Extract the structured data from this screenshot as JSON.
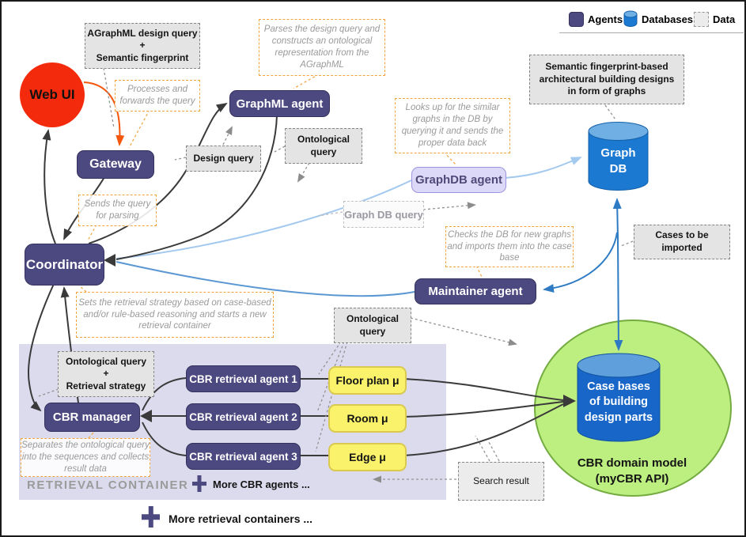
{
  "legend": {
    "agents": "Agents",
    "databases": "Databases",
    "data": "Data"
  },
  "nodes": {
    "web_ui": "Web UI",
    "gateway": "Gateway",
    "graphml_agent": "GraphML agent",
    "coordinator": "Coordinator",
    "graphdb_agent": "GraphDB agent",
    "graph_db": "Graph\nDB",
    "maintainer_agent": "Maintainer agent",
    "cbr_manager": "CBR manager",
    "cbr_retrieval_agent_1": "CBR retrieval agent 1",
    "cbr_retrieval_agent_2": "CBR retrieval agent 2",
    "cbr_retrieval_agent_3": "CBR retrieval agent 3",
    "floor_plan": "Floor plan μ",
    "room": "Room μ",
    "edge": "Edge μ",
    "case_bases": "Case bases\nof building\ndesign parts",
    "cbr_domain_model": "CBR domain model\n(myCBR API)"
  },
  "data_boxes": {
    "agraphml": "AGraphML design query\n+\nSemantic fingerprint",
    "design_query": "Design query",
    "ontological_query": "Ontological query",
    "semantic_fingerprint": "Semantic fingerprint-based architectural building designs in form of graphs",
    "graph_db_query": "Graph DB query",
    "cases_to_be_imported": "Cases to be imported",
    "ontological_query_retrieval": "Ontological query\n+\nRetrieval strategy",
    "search_result": "Search result"
  },
  "annotations": {
    "processes": "Processes and forwards the query",
    "parses": "Parses the design query and constructs an ontological representation from the AGraphML",
    "looks_up": "Looks up for the similar graphs in the DB by querying it and sends the proper data back",
    "sends": "Sends the query for parsing",
    "sets": "Sets the retrieval strategy based on case-based and/or rule-based reasoning and starts a new retrieval container",
    "checks": "Checks the DB for new graphs and imports them into the case base",
    "separates": "Separates the ontological query into the sequences and collects result data"
  },
  "labels": {
    "retrieval_container": "RETRIEVAL CONTAINER",
    "more_cbr_agents": "More CBR agents ...",
    "more_retrieval_containers": "More retrieval containers ..."
  },
  "colors": {
    "agent_purple": "#4C4880",
    "agent_lavender": "#DCD9F8",
    "db_blue": "#1B79D2",
    "db_blue_top": "#6FAFE4",
    "data_gray": "#E4E4E4",
    "annotation_orange": "#F2A33C",
    "container_lavender": "#DCDBEE",
    "domain_green": "#BDEE80",
    "domain_green_border": "#74AC41",
    "web_ui_red": "#F32B0C",
    "micro_yellow": "#FAF26B",
    "flow_black": "#3A3A3A",
    "flow_orange": "#F4560C",
    "flow_blue": "#2E7BC4",
    "flow_light_blue": "#A4C9EF"
  }
}
